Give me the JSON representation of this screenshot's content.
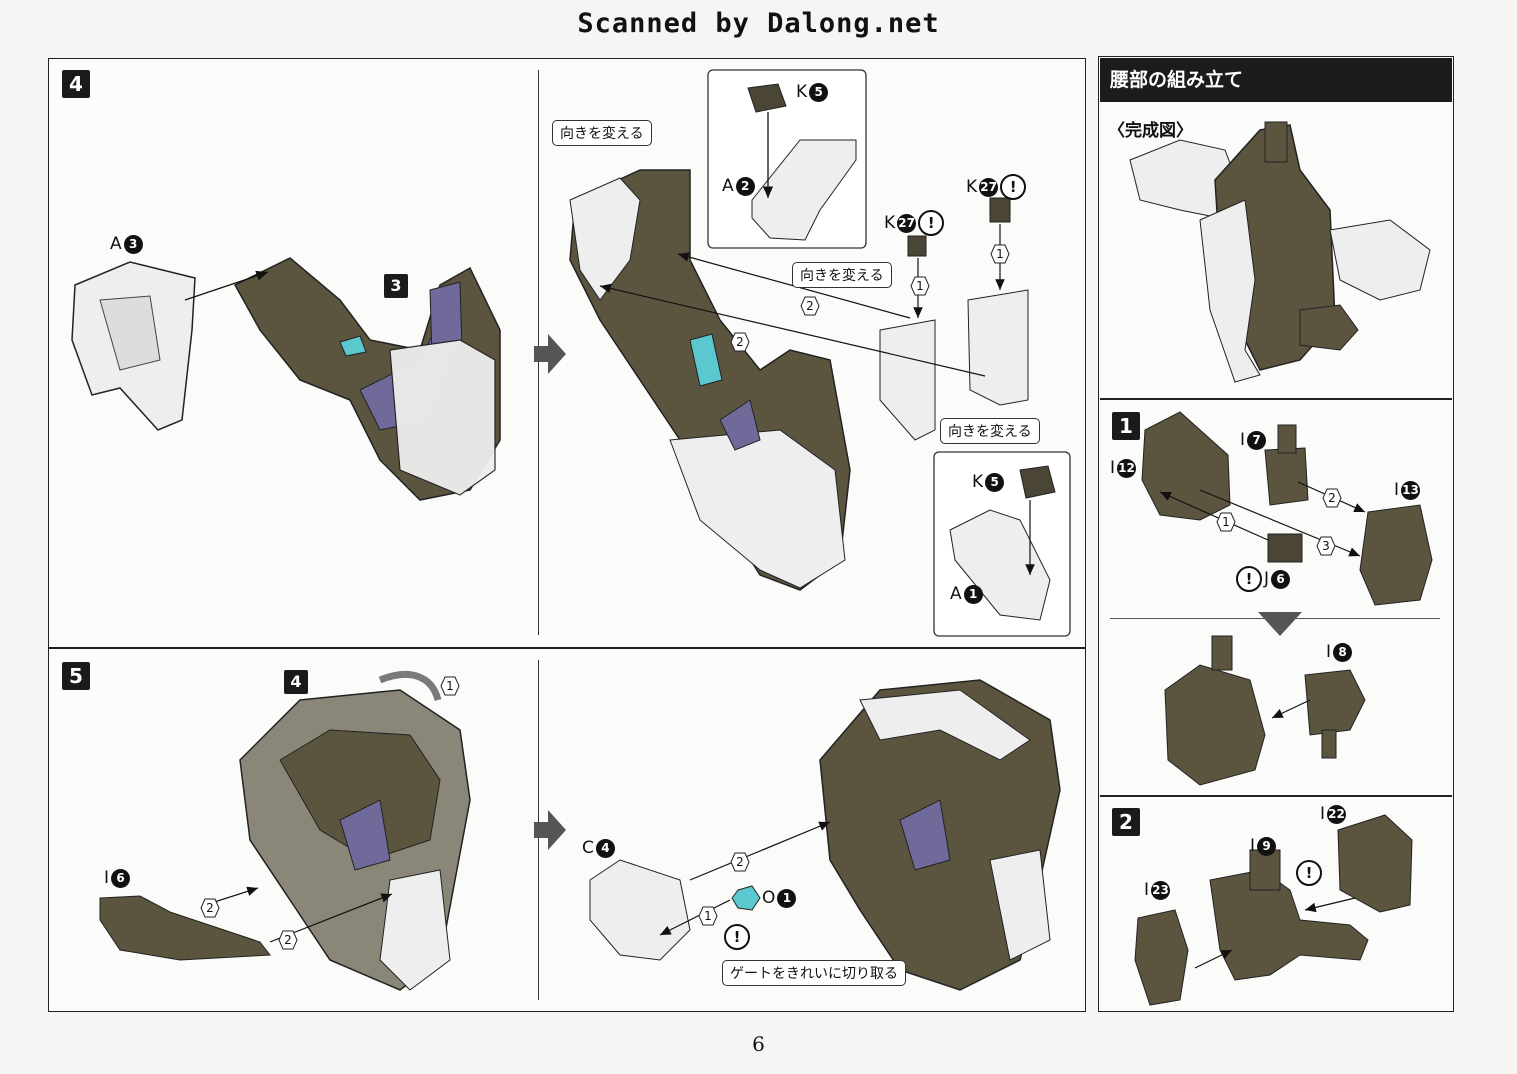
{
  "header": {
    "scan_title": "Scanned by Dalong.net"
  },
  "steps": {
    "s4": "4",
    "s5": "5",
    "s1": "1",
    "s2": "2",
    "s3": "3",
    "s4b": "4"
  },
  "sidebar": {
    "title": "腰部の組み立て",
    "completed": "〈完成図〉"
  },
  "callouts": {
    "turn_a": "向きを変える",
    "turn_b": "向きを変える",
    "turn_c": "向きを変える",
    "gate": "ゲートをきれいに切り取る"
  },
  "parts": {
    "A": "A",
    "K": "K",
    "I": "I",
    "C": "C",
    "O": "O",
    "J": "J",
    "n1": "1",
    "n2": "2",
    "n3": "3",
    "n4": "4",
    "n5": "5",
    "n6": "6",
    "n7": "7",
    "n8": "8",
    "n9": "9",
    "n12": "12",
    "n13": "13",
    "n22": "22",
    "n23": "23",
    "n27": "27"
  },
  "order": {
    "o1": "1",
    "o2": "2",
    "o3": "3"
  },
  "warn": "!",
  "footer": {
    "page_number": "6"
  },
  "colors": {
    "olive": "#5b5540",
    "olive_dark": "#3f3a2b",
    "white_part": "#eeeeee",
    "purple": "#6f6a9a",
    "cyan": "#5bc7cf",
    "black": "#1a1a1a"
  }
}
